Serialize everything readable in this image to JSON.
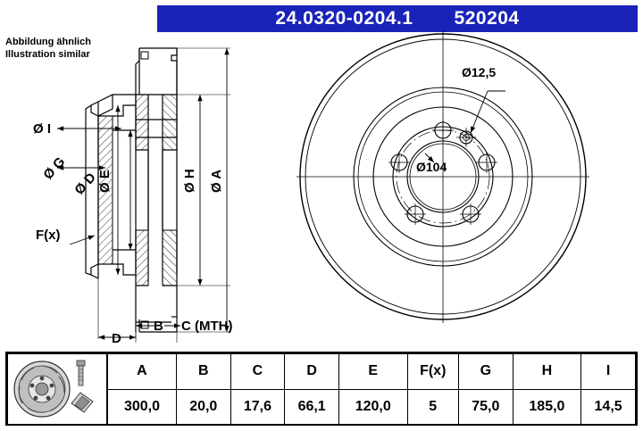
{
  "header": {
    "part_number": "24.0320-0204.1",
    "reference": "520204"
  },
  "note": {
    "line1": "Abbildung ähnlich",
    "line2": "Illustration similar"
  },
  "drawing": {
    "side_view_labels": [
      {
        "id": "dim-I",
        "text": "Ø I"
      },
      {
        "id": "dim-G",
        "text": "Ø G"
      },
      {
        "id": "dim-E",
        "text": "Ø E"
      },
      {
        "id": "dim-D",
        "text": "Ø D"
      },
      {
        "id": "dim-H",
        "text": "Ø H"
      },
      {
        "id": "dim-A",
        "text": "Ø A"
      },
      {
        "id": "force",
        "text": "F(x)"
      },
      {
        "id": "dim-B",
        "text": "B"
      },
      {
        "id": "dim-C",
        "text": "C (MTH)"
      },
      {
        "id": "dim-D-bottom",
        "text": "D"
      }
    ],
    "face_view_labels": [
      {
        "id": "hole-dia",
        "text": "Ø12,5"
      },
      {
        "id": "bolt-circle",
        "text": "Ø104"
      }
    ]
  },
  "table": {
    "columns": [
      "A",
      "B",
      "C",
      "D",
      "E",
      "F(x)",
      "G",
      "H",
      "I"
    ],
    "values": [
      "300,0",
      "20,0",
      "17,6",
      "66,1",
      "120,0",
      "5",
      "75,0",
      "185,0",
      "14,5"
    ],
    "icon_disc": "brake-disc-icon",
    "icon_bolt": "bolt-icon",
    "icon_caliper": "caliper-icon"
  },
  "colors": {
    "header_bg": "#1a23b8",
    "header_fg": "#ffffff",
    "line": "#000000"
  }
}
